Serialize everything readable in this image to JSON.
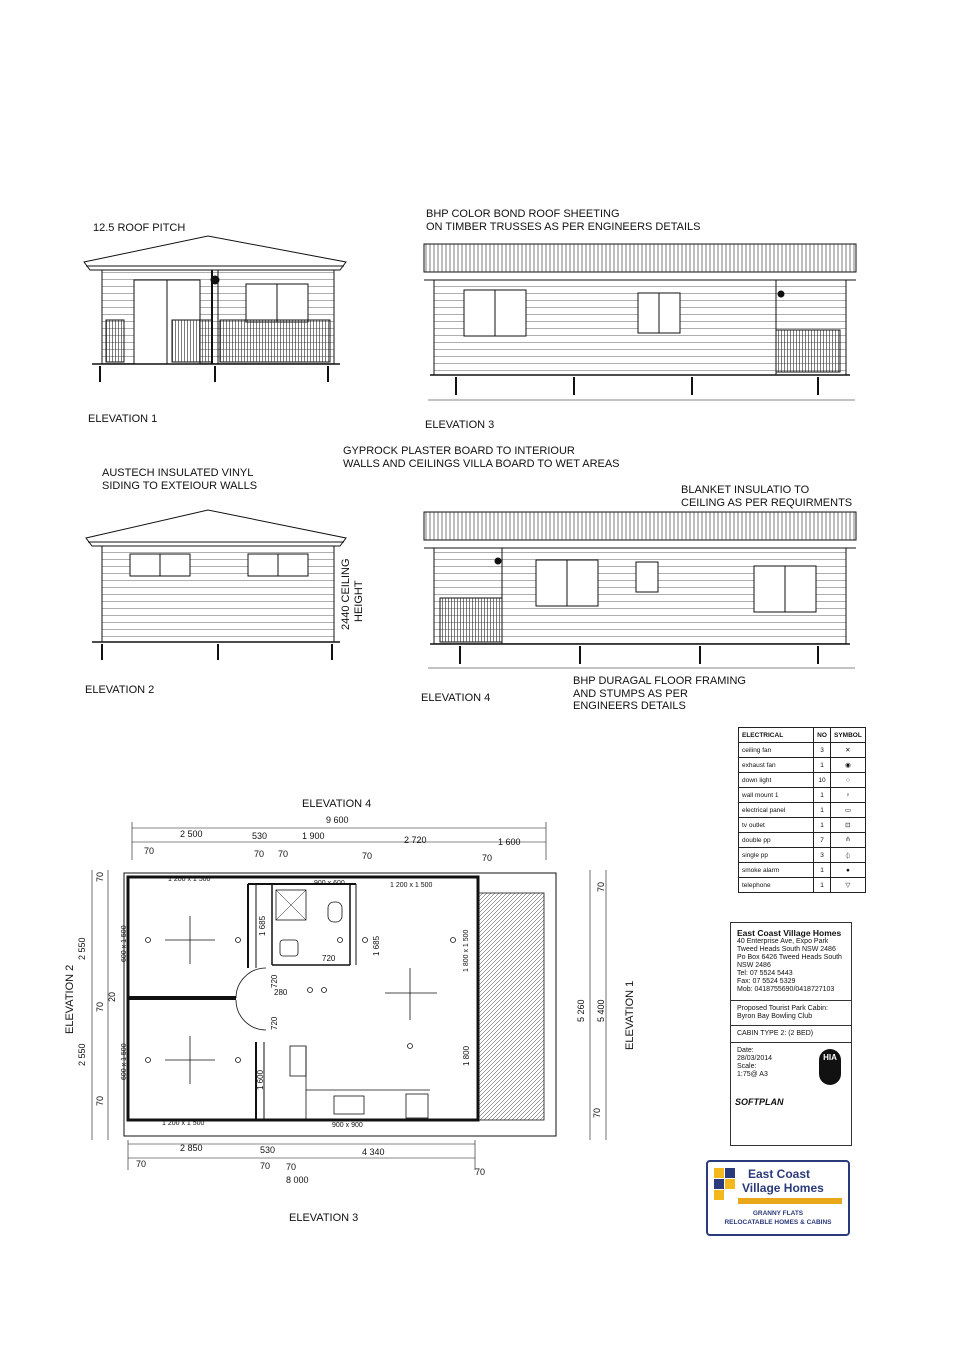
{
  "notes": {
    "roof_pitch": "12.5 ROOF PITCH",
    "roof_sheeting": [
      "BHP COLOR BOND ROOF SHEETING",
      "ON TIMBER TRUSSES AS PER ENGINEERS DETAILS"
    ],
    "gyprock": [
      "GYPROCK PLASTER BOARD TO INTERIOUR",
      "WALLS AND CEILINGS VILLA BOARD TO WET AREAS"
    ],
    "austech": [
      "AUSTECH INSULATED VINYL",
      "SIDING TO EXTEIOUR WALLS"
    ],
    "blanket": [
      "BLANKET INSULATIO TO",
      "CEILING AS PER REQUIRMENTS"
    ],
    "ceiling_height": [
      "2440 CEILING",
      "HEIGHT"
    ],
    "duragal": [
      "BHP DURAGAL FLOOR FRAMING",
      "AND STUMPS AS PER",
      "ENGINEERS DETAILS"
    ]
  },
  "elevations": {
    "e1": "ELEVATION 1",
    "e2": "ELEVATION 2",
    "e3": "ELEVATION 3",
    "e4": "ELEVATION 4"
  },
  "plan_labels": {
    "top": "ELEVATION 4",
    "bottom": "ELEVATION 3",
    "left": "ELEVATION 2",
    "right": "ELEVATION 1"
  },
  "plan_dims": {
    "overall_top": "9 600",
    "d2500": "2 500",
    "d530": "530",
    "d1900": "1 900",
    "d2720": "2 720",
    "d1600": "1 600",
    "d70": "70",
    "d2850": "2 850",
    "d4340": "4 340",
    "d8000": "8 000",
    "d2550": "2 550",
    "d20": "20",
    "d5260": "5 260",
    "d5400": "5 400",
    "w1200x1500": "1 200 x 1 500",
    "w900x600": "900 x 600",
    "w900x900": "900 x 900",
    "w600x1500": "600 x 1 500",
    "w1800x1500": "1 800 x 1 500",
    "d1685": "1 685",
    "d720": "720",
    "d280": "280",
    "d1600v": "1 600",
    "d1800": "1 800",
    "d1685b": "1 685"
  },
  "electrical": {
    "headers": [
      "ELECTRICAL",
      "NO",
      "SYMBOL"
    ],
    "rows": [
      {
        "item": "ceiling fan",
        "no": "3",
        "sym": "fan-symbol"
      },
      {
        "item": "exhaust fan",
        "no": "1",
        "sym": "exhaust-symbol"
      },
      {
        "item": "down light",
        "no": "10",
        "sym": "downlight-symbol"
      },
      {
        "item": "wall mount 1",
        "no": "1",
        "sym": "wall-mount-symbol"
      },
      {
        "item": "electrical panel",
        "no": "1",
        "sym": "panel-symbol"
      },
      {
        "item": "tv outlet",
        "no": "1",
        "sym": "tv-symbol"
      },
      {
        "item": "double pp",
        "no": "7",
        "sym": "double-pp-symbol"
      },
      {
        "item": "single pp",
        "no": "3",
        "sym": "single-pp-symbol"
      },
      {
        "item": "smoke alarm",
        "no": "1",
        "sym": "smoke-symbol"
      },
      {
        "item": "telephone",
        "no": "1",
        "sym": "telephone-symbol"
      }
    ]
  },
  "title_block": {
    "company": "East Coast Village Homes",
    "address": [
      "40 Enterprise Ave, Expo Park",
      "Tweed Heads South NSW 2486",
      "Po Box 6426 Tweed Heads South",
      "NSW 2486",
      "Tel: 07 5524 5443",
      "Fax: 07 5524 5329",
      "Mob: 0418755690/0418727103"
    ],
    "project": [
      "Proposed Tourist Park Cabin:",
      "Byron Bay Bowling Club"
    ],
    "cabin_type": "CABIN TYPE 2: (2 BED)",
    "date_label": "Date:",
    "date": "28/03/2014",
    "scale_label": "Scale:",
    "scale": "1:75@ A3",
    "softplan": "SOFTPLAN",
    "hia": "HIA"
  },
  "logo": {
    "line1": "East Coast",
    "line2": "Village Homes",
    "tag1": "GRANNY FLATS",
    "tag2": "RELOCATABLE HOMES & CABINS"
  }
}
